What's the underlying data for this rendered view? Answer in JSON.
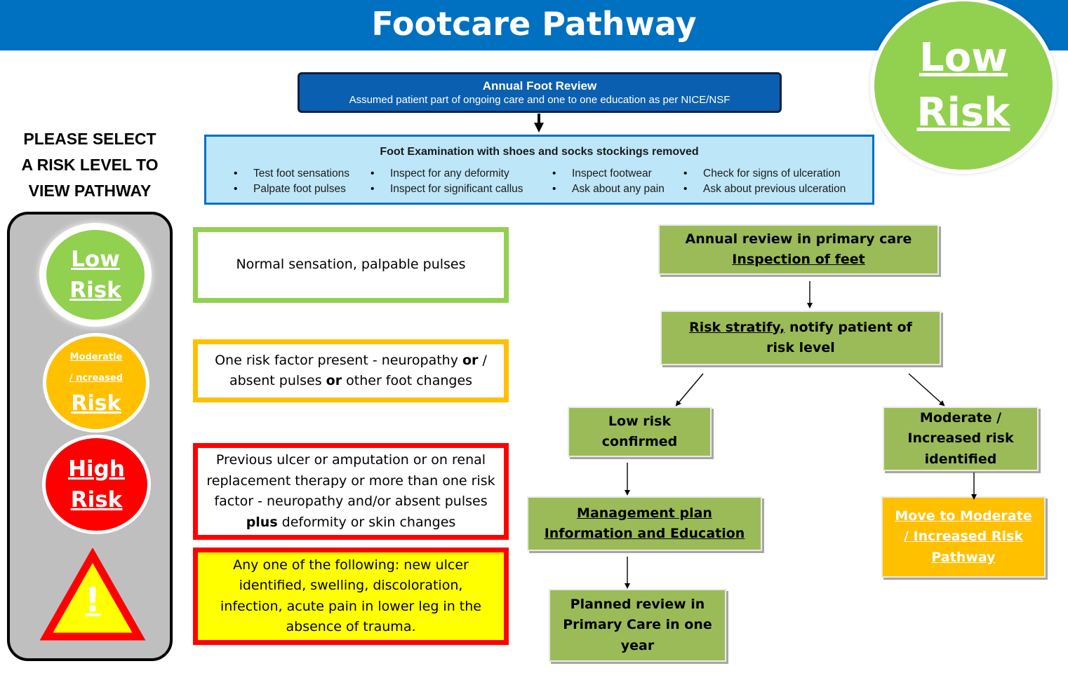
{
  "header": {
    "title": "Footcare Pathway"
  },
  "selected_badge": {
    "line1": "Low",
    "line2": "Risk"
  },
  "annual_review": {
    "title": "Annual Foot Review",
    "subtitle": "Assumed patient part of ongoing care and one to one education as per NICE/NSF"
  },
  "foot_exam": {
    "title": "Foot Examination with shoes and socks stockings removed",
    "columns": [
      [
        "Test foot sensations",
        "Palpate foot pulses"
      ],
      [
        "Inspect for any deformity",
        "Inspect for significant callus"
      ],
      [
        "Inspect footwear",
        "Ask about any pain"
      ],
      [
        "Check for signs of ulceration",
        "Ask about previous ulceration"
      ]
    ]
  },
  "selector": {
    "instruction_lines": [
      "PLEASE SELECT",
      "A RISK LEVEL TO",
      "VIEW PATHWAY"
    ],
    "low": {
      "line1": "Low",
      "line2": "Risk"
    },
    "moderate": {
      "line1": "Moderatle",
      "line2": "/ ncreased",
      "line3": "Risk"
    },
    "high": {
      "line1": "High",
      "line2": "Risk"
    },
    "warning_glyph": "!"
  },
  "descriptions": {
    "low": "Normal sensation, palpable pulses",
    "moderate": {
      "part1": "One risk factor present - neuropathy ",
      "bold1": "or",
      "part2": " / absent pulses ",
      "bold2": "or",
      "part3": " other foot changes"
    },
    "high": {
      "part1": "Previous ulcer or amputation or on renal replacement therapy or more than one risk factor - neuropathy and/or absent pulses ",
      "bold": "plus",
      "part2": " deformity or skin changes"
    },
    "urgent": "Any one of the following: new ulcer identified, swelling, discoloration, infection, acute pain in lower leg in the absence of trauma."
  },
  "flow": {
    "annual_primary": {
      "line1": "Annual review in primary care",
      "line2": "Inspection of feet"
    },
    "stratify": {
      "link": "Risk stratify,",
      "rest": " notify patient of risk level"
    },
    "low_confirmed": {
      "line1": "Low risk",
      "line2": "confirmed"
    },
    "mod_identified": {
      "line1": "Moderate  /",
      "line2": "Increased risk",
      "line3": "identified"
    },
    "management": {
      "line1": "Management plan",
      "line2": "Information and Education"
    },
    "move_moderate": {
      "line1": "Move to Moderate",
      "line2": "/ Increased  Risk",
      "line3": "Pathway"
    },
    "planned_review": {
      "line1": "Planned review in",
      "line2": "Primary Care in one",
      "line3": "year"
    }
  },
  "colors": {
    "header_blue": "#0070c0",
    "low_green": "#92d050",
    "moderate_amber": "#ffc000",
    "high_red": "#ff0000",
    "urgent_yellow": "#ffff00",
    "flow_green": "#9bbb59"
  }
}
